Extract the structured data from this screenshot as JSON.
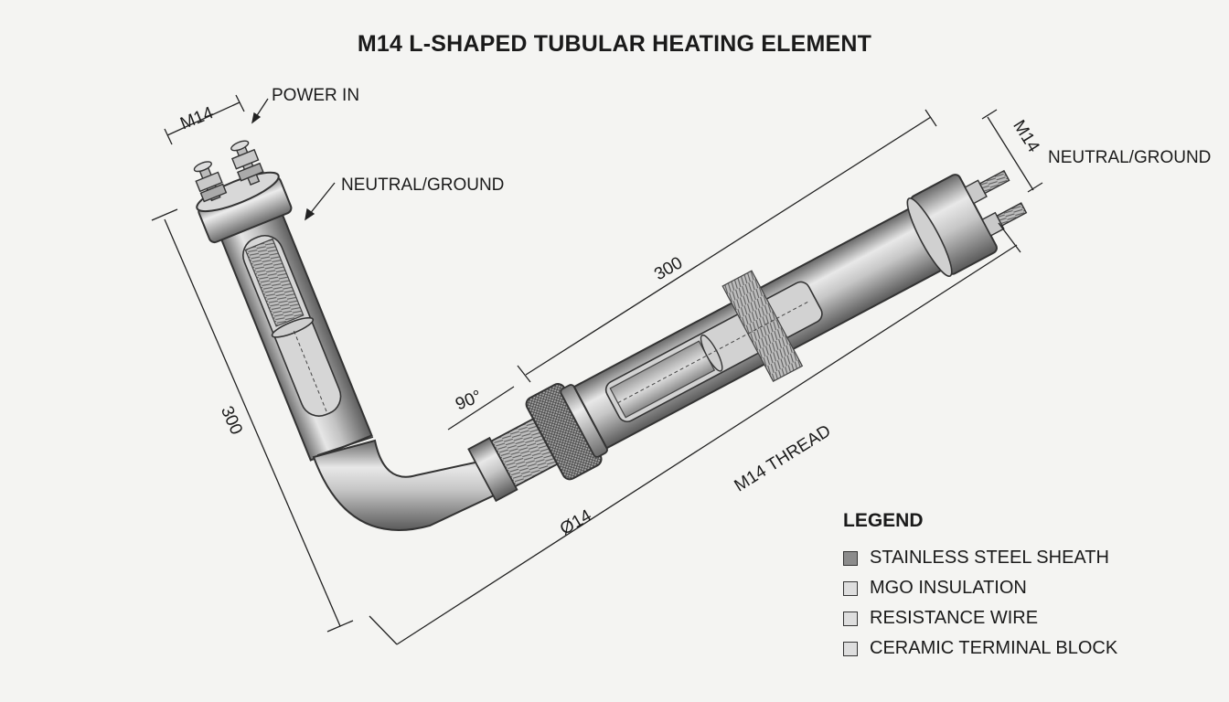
{
  "title": "M14 L-SHAPED TUBULAR HEATING ELEMENT",
  "labels": {
    "m14_left": "M14",
    "power_in": "POWER IN",
    "neutral_ground_left": "NEUTRAL/GROUND",
    "dim_vertical": "300",
    "dim_horizontal": "300",
    "angle": "90°",
    "diameter": "Ø14",
    "thread": "M14 THREAD",
    "m14_right": "M14",
    "neutral_ground_right": "NEUTRAL/GROUND"
  },
  "legend": {
    "title": "LEGEND",
    "items": [
      {
        "label": "STAINLESS STEEL SHEATH",
        "color": "#8c8c8c"
      },
      {
        "label": "MGO INSULATION",
        "color": "#dedede"
      },
      {
        "label": "RESISTANCE WIRE",
        "color": "#dedede"
      },
      {
        "label": "CERAMIC TERMINAL BLOCK",
        "color": "#dedede"
      }
    ]
  }
}
